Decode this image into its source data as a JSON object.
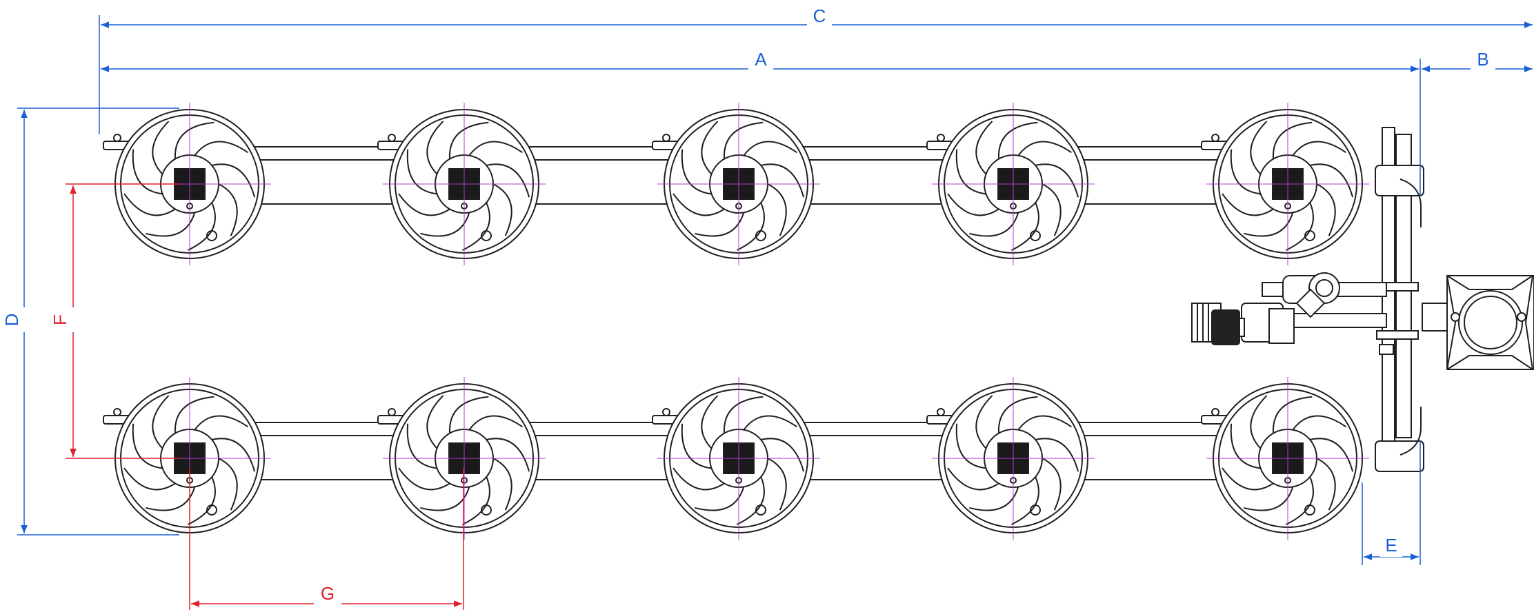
{
  "drawing": {
    "dimensions": {
      "A": "A",
      "B": "B",
      "C": "C",
      "D": "D",
      "E": "E",
      "F": "F",
      "G": "G"
    },
    "colors": {
      "line": "#1f1f1f",
      "dimension_blue": "#1a5fd6",
      "dimension_red": "#e0202a",
      "centerline": "#b03bd0"
    },
    "layout_summary": {
      "impeller_rows": 2,
      "impellers_per_row": 5
    }
  }
}
